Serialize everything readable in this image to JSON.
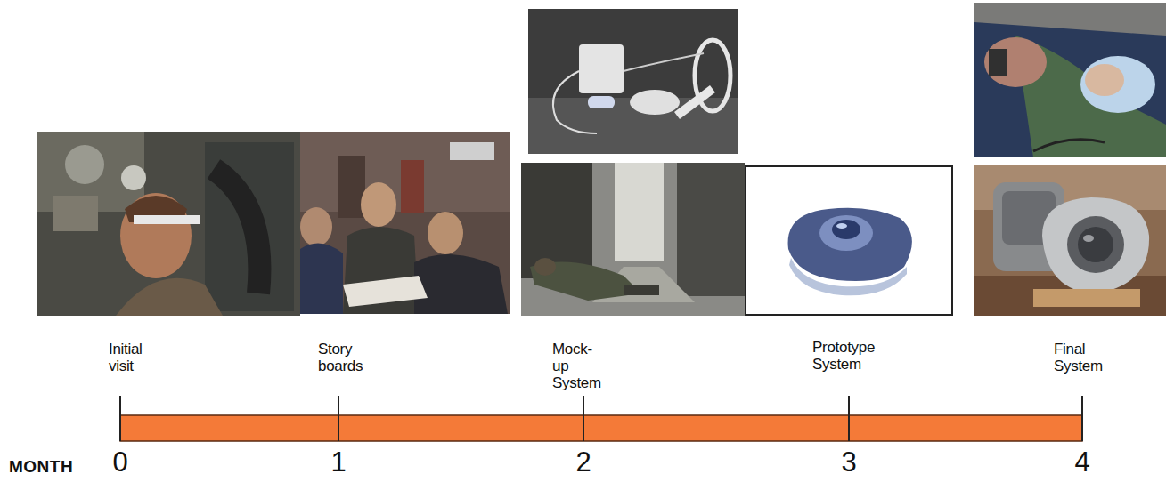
{
  "diagram": {
    "labels": [
      "Initial visit",
      "Story boards",
      "Mock-up System",
      "Prototype System",
      "Final System",
      "MONTH",
      "0",
      "1",
      "2",
      "3",
      "4"
    ]
  }
}
